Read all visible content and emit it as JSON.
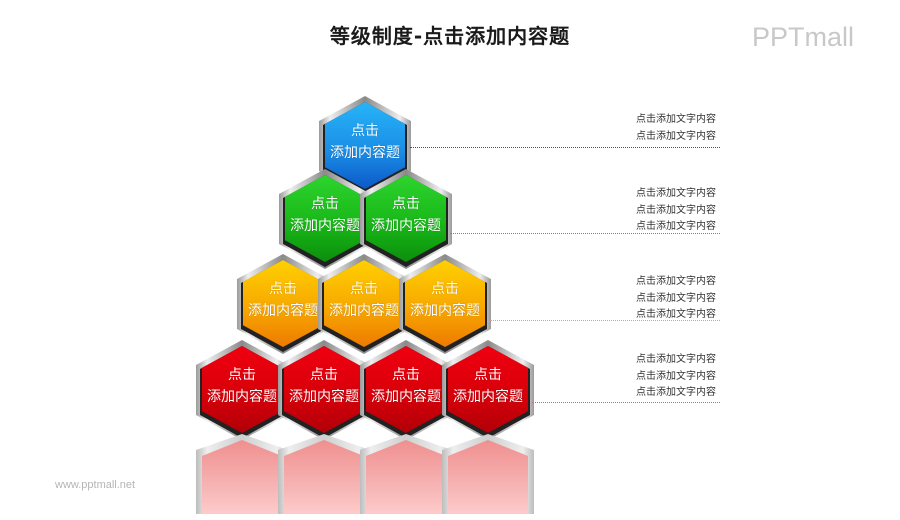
{
  "title": "等级制度-点击添加内容题",
  "logo": "PPTmall",
  "site": "www.pptmall.net",
  "colors": {
    "blue": "#1a8fe6",
    "green": "#18b818",
    "orange": "#f5a300",
    "red": "#d8000a"
  },
  "levels": [
    {
      "name": "level-1",
      "color": "blue",
      "hexes": [
        {
          "line1": "点击",
          "line2": "添加内容题"
        }
      ],
      "notes": [
        "点击添加文字内容",
        "点击添加文字内容"
      ]
    },
    {
      "name": "level-2",
      "color": "green",
      "hexes": [
        {
          "line1": "点击",
          "line2": "添加内容题"
        },
        {
          "line1": "点击",
          "line2": "添加内容题"
        }
      ],
      "notes": [
        "点击添加文字内容",
        "点击添加文字内容",
        "点击添加文字内容"
      ]
    },
    {
      "name": "level-3",
      "color": "orange",
      "hexes": [
        {
          "line1": "点击",
          "line2": "添加内容题"
        },
        {
          "line1": "点击",
          "line2": "添加内容题"
        },
        {
          "line1": "点击",
          "line2": "添加内容题"
        }
      ],
      "notes": [
        "点击添加文字内容",
        "点击添加文字内容",
        "点击添加文字内容"
      ]
    },
    {
      "name": "level-4",
      "color": "red",
      "hexes": [
        {
          "line1": "点击",
          "line2": "添加内容题"
        },
        {
          "line1": "点击",
          "line2": "添加内容题"
        },
        {
          "line1": "点击",
          "line2": "添加内容题"
        },
        {
          "line1": "点击",
          "line2": "添加内容题"
        }
      ],
      "notes": [
        "点击添加文字内容",
        "点击添加文字内容",
        "点击添加文字内容"
      ]
    }
  ]
}
